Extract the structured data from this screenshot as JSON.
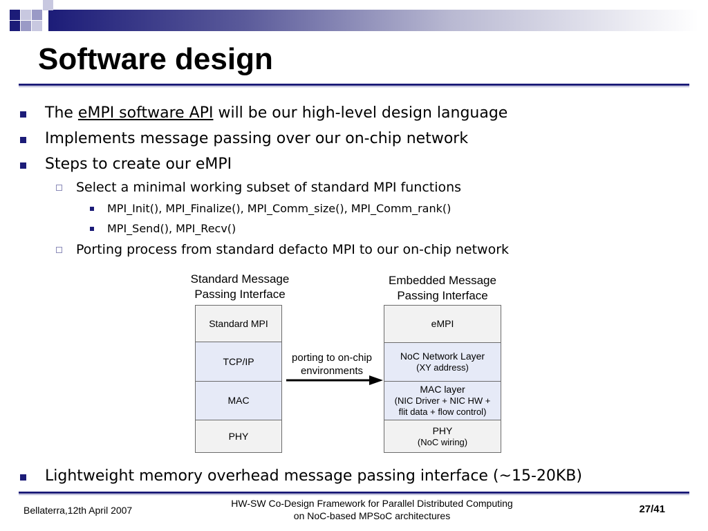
{
  "slide": {
    "title": "Software design",
    "bullets": {
      "b1_pre": "The ",
      "b1_link": "eMPI software API",
      "b1_post": " will be our high-level design language",
      "b2": "Implements message passing over our on-chip network",
      "b3": "Steps to create our eMPI",
      "b3_sub1": "Select a minimal working subset of standard MPI functions",
      "b3_sub1_a": "MPI_Init(), MPI_Finalize(), MPI_Comm_size(), MPI_Comm_rank()",
      "b3_sub1_b": "MPI_Send(), MPI_Recv()",
      "b3_sub2": "Porting process from standard defacto MPI to our on-chip network",
      "b4": "Lightweight memory overhead message passing interface (~15-20KB)"
    }
  },
  "diagram": {
    "left_title": [
      "Standard Message",
      "Passing Interface"
    ],
    "right_title": [
      "Embedded Message",
      "Passing Interface"
    ],
    "left_layers": [
      "Standard MPI",
      "TCP/IP",
      "MAC",
      "PHY"
    ],
    "right_layers": [
      {
        "main": "eMPI",
        "sub": ""
      },
      {
        "main": "NoC Network Layer",
        "sub": "(XY address)"
      },
      {
        "main": "MAC layer",
        "sub": "(NIC Driver + NIC HW +",
        "sub2": "flit data + flow control)"
      },
      {
        "main": "PHY",
        "sub": "(NoC wiring)"
      }
    ],
    "arrow_label": [
      "porting to on-chip",
      "environments"
    ]
  },
  "footer": {
    "left": "Bellaterra,12th April 2007",
    "center_line1": "HW-SW Co-Design Framework for Parallel Distributed Computing",
    "center_line2": "on NoC-based MPSoC architectures",
    "page": "27/41"
  },
  "colors": {
    "accent": "#1c1c78",
    "accent_light": "#9a9ac6",
    "box_gray": "#f2f2f2",
    "box_blue": "#e6eaf7"
  }
}
